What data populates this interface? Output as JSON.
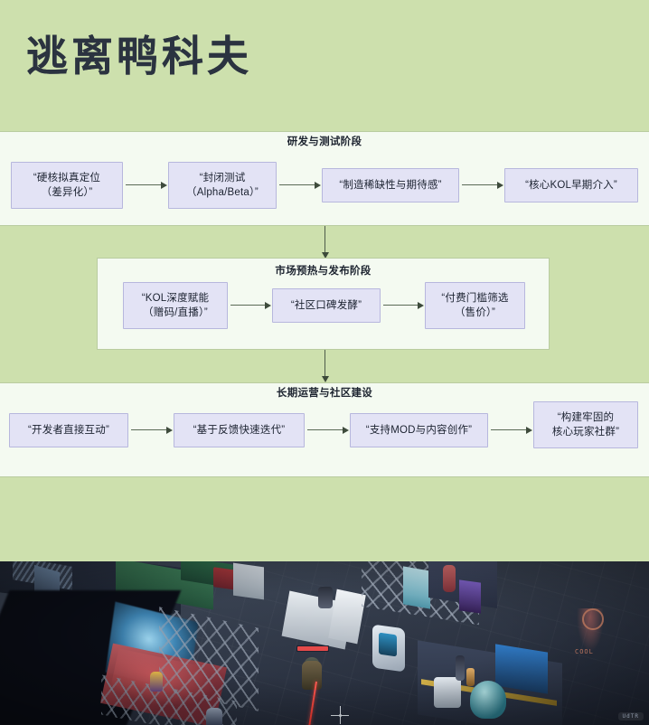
{
  "title": "逃离鸭科夫",
  "diagram": {
    "sections": [
      {
        "label": "研发与测试阶段",
        "nodes": [
          "“硬核拟真定位\n（差异化）”",
          "“封闭测试\n（Alpha/Beta）”",
          "“制造稀缺性与期待感”",
          "“核心KOL早期介入”"
        ]
      },
      {
        "label": "市场预热与发布阶段",
        "nodes": [
          "“KOL深度赋能\n（赠码/直播）”",
          "“社区口碑发酵”",
          "“付费门槛筛选\n（售价）”"
        ]
      },
      {
        "label": "长期运营与社区建设",
        "nodes": [
          "“开发者直接互动”",
          "“基于反馈快速迭代”",
          "“支持MOD与内容创作”",
          "“构建牢固的\n核心玩家社群”"
        ]
      }
    ]
  },
  "game_screenshot": {
    "watermark": "UdTR",
    "signage": "COOL"
  },
  "colors": {
    "page_background": "#cde0ad",
    "band_background": "#f4faf1",
    "band_border": "#b9cca0",
    "node_fill": "#e3e3f5",
    "node_border": "#b7b7dd",
    "text": "#1b2230",
    "arrow": "#4e5c4b"
  }
}
